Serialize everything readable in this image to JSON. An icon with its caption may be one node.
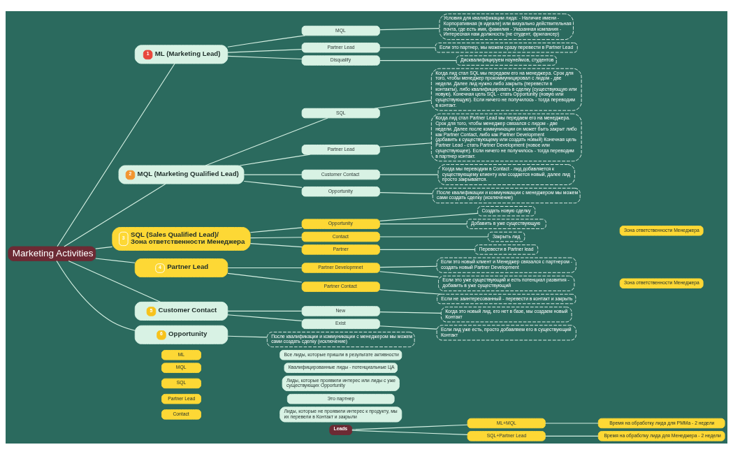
{
  "diagram": {
    "nodes": [
      {
        "text": [
          "Marketing Activities"
        ]
      },
      {
        "text": [
          "1",
          "ML (Marketing Lead)"
        ]
      },
      {
        "text": [
          "MQL"
        ]
      },
      {
        "text": [
          "Условия для квалификации лида: - Наличие имени - Корпоративная (в идеале) или визуально действительная почта, где есть имя, фамилия - Указанная компания - Интересная нам должность (не студент, фрилансер)"
        ]
      },
      {
        "text": [
          "Partner Lead"
        ]
      },
      {
        "text": [
          "Если это партнер, мы можем сразу перевести в Partner Lead"
        ]
      },
      {
        "text": [
          "Disqualify"
        ]
      },
      {
        "text": [
          "Дисквалифицируем ноунеймов, студентов"
        ]
      },
      {
        "text": [
          "2",
          "MQL (Marketing Qualified Lead)"
        ]
      },
      {
        "text": [
          "SQL"
        ]
      },
      {
        "text": [
          "Когда лид стал SQL мы передаем его на менеджера. Срок для того, чтобы менеджер прокоммуницировал с лидом - две недели. Далее лид нужно либо закрыть (перевести в контакты), либо квалифицировать в сделку (существующую или новую). Конечная цель SQL - стать Opportunity (новую или существующую). Если ничего не получилось - тогда переводим в контакт."
        ]
      },
      {
        "text": [
          "Partner Lead"
        ]
      },
      {
        "text": [
          "Когда лид стал Partner Lead мы передаем его на менеджера. Срок для того, чтобы менеджер связался с лидом - две недели. Далее после коммуникации он может быть закрыт либо как Partner Contact, либо как Partner Development (добавить к существующему или создать новый) Конечная цель Partner Lead - стать Partner Development (новое или существующее). Если ничего не получилось - тогда переводим в партнер контакт."
        ]
      },
      {
        "text": [
          "Customer Contact"
        ]
      },
      {
        "text": [
          "Когда мы переводим в Contact - лид добавляется к существующему клиенту или создается новый, далее лид просто закрывается."
        ]
      },
      {
        "text": [
          "Opportunity"
        ]
      },
      {
        "text": [
          "После квалификации и коммуникации с менеджером мы можем сами создать сделку (исключение)"
        ]
      },
      {
        "text": [
          "3",
          "SQL (Sales Qualified Lead)/ Зона ответственности Менеджера"
        ]
      },
      {
        "text": [
          "Opportunity"
        ]
      },
      {
        "text": [
          "Создать новую сделку"
        ]
      },
      {
        "text": [
          "Добавить в уже существующую"
        ]
      },
      {
        "text": [
          "Contact"
        ]
      },
      {
        "text": [
          "Закрыть лид"
        ]
      },
      {
        "text": [
          "Partner"
        ]
      },
      {
        "text": [
          "Перевести в Partner lead"
        ]
      },
      {
        "text": [
          "Зона ответственности Менеджера"
        ]
      },
      {
        "text": [
          "4",
          "Partner Lead"
        ]
      },
      {
        "text": [
          "Partner Developmnet"
        ]
      },
      {
        "text": [
          "Если это новый клиент и Менеджер связался с партнером - создать новый Partner Development"
        ]
      },
      {
        "text": [
          "Если это уже существующий и есть потенциал развития - добавить в уже существующий"
        ]
      },
      {
        "text": [
          "Partner Contact"
        ]
      },
      {
        "text": [
          "Если не заинтересованный - перевести в контакт и закрыть"
        ]
      },
      {
        "text": [
          "Зона ответственности Менеджера"
        ]
      },
      {
        "text": [
          "5",
          "Customer Contact"
        ]
      },
      {
        "text": [
          "New"
        ]
      },
      {
        "text": [
          "Когда это новый лид, его нет в базе, мы создаем новый Контакт"
        ]
      },
      {
        "text": [
          "Exist"
        ]
      },
      {
        "text": [
          "Если лид уже есть, просто добавляем его в существующий Контакт"
        ]
      },
      {
        "text": [
          "6",
          "Opportunity"
        ]
      },
      {
        "text": [
          "После квалификации и коммуникации с менеджером мы можем сами создать сделку (исключение)"
        ]
      },
      {
        "text": [
          "ML"
        ]
      },
      {
        "text": [
          "Все лиды, которые пришли в результате активности"
        ]
      },
      {
        "text": [
          "MQL"
        ]
      },
      {
        "text": [
          "Квалифицированные лиды - потенциальные ЦА"
        ]
      },
      {
        "text": [
          "SQL"
        ]
      },
      {
        "text": [
          "Лиды, которые проявили интерес или лиды с уже существующих Opportunity"
        ]
      },
      {
        "text": [
          "Partner Lead"
        ]
      },
      {
        "text": [
          "Это партнер"
        ]
      },
      {
        "text": [
          "Contact"
        ]
      },
      {
        "text": [
          "Лиды, которые не проявили интерес к продукту, мы их перевели в Контакт и закрыли"
        ]
      },
      {
        "text": [
          "Leads"
        ]
      },
      {
        "text": [
          "ML+MQL"
        ]
      },
      {
        "text": [
          "Время на обработку лида для PMMa - 2 недели"
        ]
      },
      {
        "text": [
          "SQL+Partner Lead"
        ]
      },
      {
        "text": [
          "Время на обработку лида для Менеджера - 2 недели"
        ]
      }
    ],
    "edges": [
      {
        "from": 0,
        "to": 1,
        "arrow": "none"
      },
      {
        "from": 1,
        "to": 2,
        "arrow": "none"
      },
      {
        "from": 2,
        "to": 3,
        "arrow": "none"
      },
      {
        "from": 1,
        "to": 4,
        "arrow": "none"
      },
      {
        "from": 4,
        "to": 5,
        "arrow": "none"
      },
      {
        "from": 1,
        "to": 6,
        "arrow": "none"
      },
      {
        "from": 6,
        "to": 7,
        "arrow": "none"
      },
      {
        "from": 0,
        "to": 8,
        "arrow": "none"
      },
      {
        "from": 8,
        "to": 9,
        "arrow": "none"
      },
      {
        "from": 9,
        "to": 10,
        "arrow": "none"
      },
      {
        "from": 8,
        "to": 11,
        "arrow": "none"
      },
      {
        "from": 11,
        "to": 12,
        "arrow": "none"
      },
      {
        "from": 8,
        "to": 13,
        "arrow": "none"
      },
      {
        "from": 13,
        "to": 14,
        "arrow": "none"
      },
      {
        "from": 8,
        "to": 15,
        "arrow": "none"
      },
      {
        "from": 15,
        "to": 16,
        "arrow": "none"
      },
      {
        "from": 0,
        "to": 17,
        "arrow": "none"
      },
      {
        "from": 17,
        "to": 18,
        "arrow": "none"
      },
      {
        "from": 18,
        "to": 19,
        "arrow": "none"
      },
      {
        "from": 18,
        "to": 20,
        "arrow": "none"
      },
      {
        "from": 17,
        "to": 21,
        "arrow": "none"
      },
      {
        "from": 21,
        "to": 22,
        "arrow": "none"
      },
      {
        "from": 17,
        "to": 23,
        "arrow": "none"
      },
      {
        "from": 23,
        "to": 24,
        "arrow": "none"
      },
      {
        "from": 0,
        "to": 26,
        "arrow": "none"
      },
      {
        "from": 26,
        "to": 27,
        "arrow": "none"
      },
      {
        "from": 27,
        "to": 28,
        "arrow": "none"
      },
      {
        "from": 27,
        "to": 29,
        "arrow": "none"
      },
      {
        "from": 26,
        "to": 30,
        "arrow": "none"
      },
      {
        "from": 30,
        "to": 31,
        "arrow": "none"
      },
      {
        "from": 0,
        "to": 33,
        "arrow": "none"
      },
      {
        "from": 33,
        "to": 34,
        "arrow": "none"
      },
      {
        "from": 34,
        "to": 35,
        "arrow": "none"
      },
      {
        "from": 33,
        "to": 36,
        "arrow": "none"
      },
      {
        "from": 36,
        "to": 37,
        "arrow": "none"
      },
      {
        "from": 0,
        "to": 38,
        "arrow": "none"
      },
      {
        "from": 38,
        "to": 39,
        "arrow": "none"
      },
      {
        "from": 50,
        "to": 51,
        "arrow": "none"
      },
      {
        "from": 51,
        "to": 52,
        "arrow": "none"
      },
      {
        "from": 50,
        "to": 53,
        "arrow": "none"
      },
      {
        "from": 53,
        "to": 54,
        "arrow": "none"
      }
    ]
  }
}
